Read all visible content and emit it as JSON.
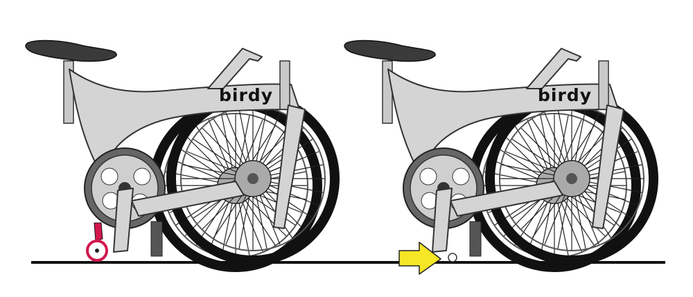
{
  "brand_label": "birdy",
  "colors": {
    "frame": "#d4d4d4",
    "tyre": "#111111",
    "ground": "#111111",
    "support_wheel": "#d2174d",
    "arrow": "#f5e626"
  },
  "icons": [
    "folded-bike-with-support-wheel",
    "folded-bike-with-pedal-contact",
    "yellow-arrow-icon"
  ]
}
